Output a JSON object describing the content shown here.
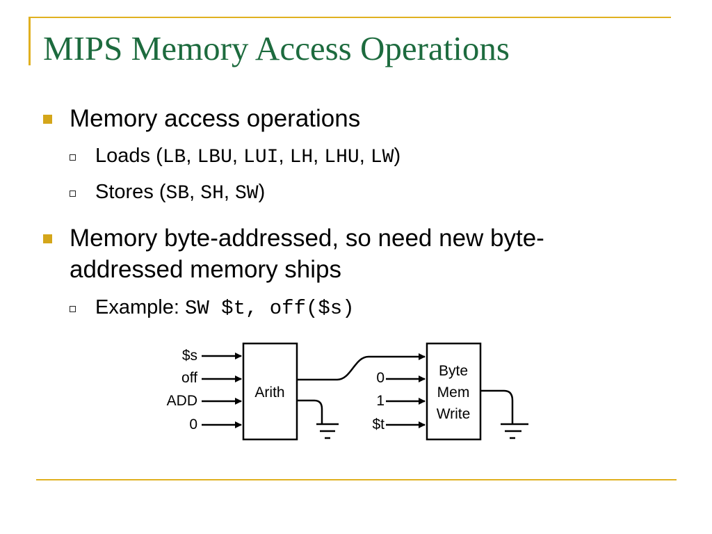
{
  "title": "MIPS Memory Access Operations",
  "bullets": [
    {
      "text": "Memory access operations",
      "sub": [
        {
          "label": "Loads (",
          "codes": [
            "LB",
            "LBU",
            "LUI",
            "LH",
            "LHU",
            "LW"
          ],
          "close": ")"
        },
        {
          "label": "Stores (",
          "codes": [
            "SB",
            "SH",
            "SW"
          ],
          "close": ")"
        }
      ]
    },
    {
      "lines": [
        "Memory byte-addressed, so need new byte-",
        "addressed memory ships"
      ],
      "sub": [
        {
          "label": "Example: ",
          "code": "SW $t, off($s)"
        }
      ]
    }
  ],
  "diagram": {
    "arith_inputs": [
      "$s",
      "off",
      "ADD",
      "0"
    ],
    "arith_label": "Arith",
    "write_inputs": [
      "0",
      "1",
      "$t"
    ],
    "write_label": [
      "Byte",
      "Mem",
      "Write"
    ]
  },
  "colors": {
    "title": "#1d6b3e",
    "frame": "#e0b020",
    "bullet": "#d4a61a"
  }
}
